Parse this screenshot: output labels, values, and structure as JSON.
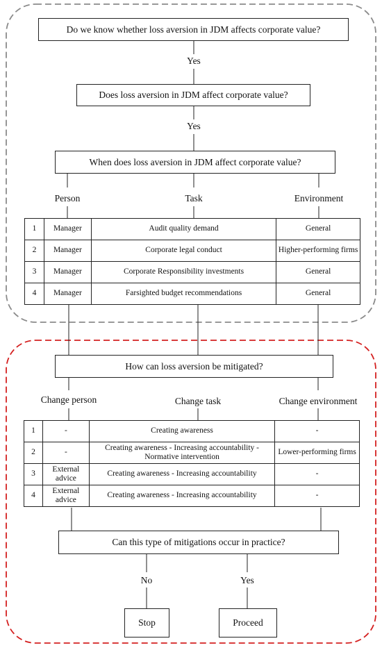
{
  "q1": "Do we know whether loss aversion in JDM affects corporate value?",
  "yes_1": "Yes",
  "q2": "Does loss aversion in JDM affect corporate value?",
  "yes_2": "Yes",
  "q3": "When does loss aversion in JDM affect corporate value?",
  "table1": {
    "headers": [
      "Person",
      "Task",
      "Environment"
    ],
    "rows": [
      {
        "num": "1",
        "person": "Manager",
        "task": "Audit quality demand",
        "env": "General"
      },
      {
        "num": "2",
        "person": "Manager",
        "task": "Corporate legal conduct",
        "env": "Higher-performing firms"
      },
      {
        "num": "3",
        "person": "Manager",
        "task": "Corporate Responsibility investments",
        "env": "General"
      },
      {
        "num": "4",
        "person": "Manager",
        "task": "Farsighted budget recommendations",
        "env": "General"
      }
    ]
  },
  "q4": "How can loss aversion be mitigated?",
  "table2": {
    "headers": [
      "Change person",
      "Change task",
      "Change environment"
    ],
    "rows": [
      {
        "num": "1",
        "person": "-",
        "task": "Creating awareness",
        "env": "-"
      },
      {
        "num": "2",
        "person": "-",
        "task": "Creating awareness - Increasing accountability - Normative intervention",
        "env": "Lower-performing firms"
      },
      {
        "num": "3",
        "person": "External advice",
        "task": "Creating awareness -  Increasing accountability",
        "env": "-"
      },
      {
        "num": "4",
        "person": "External advice",
        "task": "Creating awareness -  Increasing accountability",
        "env": "-"
      }
    ]
  },
  "q5": "Can this type of mitigations occur in practice?",
  "no": "No",
  "yes_3": "Yes",
  "stop": "Stop",
  "proceed": "Proceed",
  "colors": {
    "top_border": "#8a8a8a",
    "bottom_border": "#d42020",
    "line": "#222222"
  }
}
